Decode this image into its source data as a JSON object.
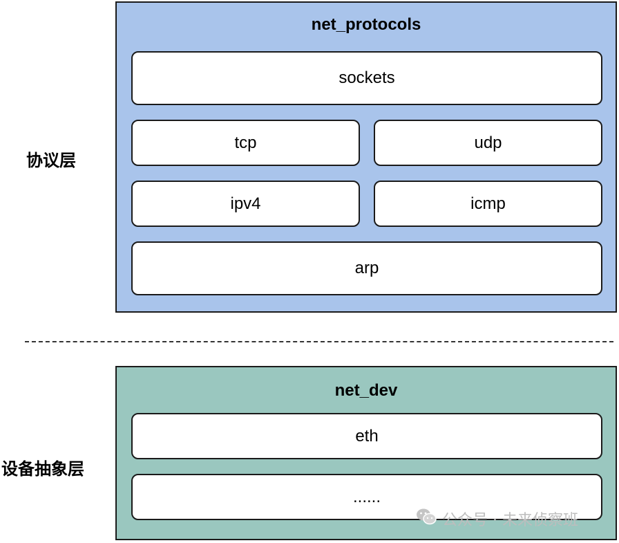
{
  "labels": {
    "protocol_layer": "协议层",
    "device_layer": "设备抽象层"
  },
  "net_protocols": {
    "title": "net_protocols",
    "sockets": "sockets",
    "tcp": "tcp",
    "udp": "udp",
    "ipv4": "ipv4",
    "icmp": "icmp",
    "arp": "arp"
  },
  "net_dev": {
    "title": "net_dev",
    "eth": "eth",
    "more": "......"
  },
  "watermark": {
    "text": "公众号 · 未来侦察班",
    "icon": "wechat-icon"
  },
  "colors": {
    "net_protocols_bg": "#a9c4eb",
    "net_dev_bg": "#9ac7bf"
  }
}
